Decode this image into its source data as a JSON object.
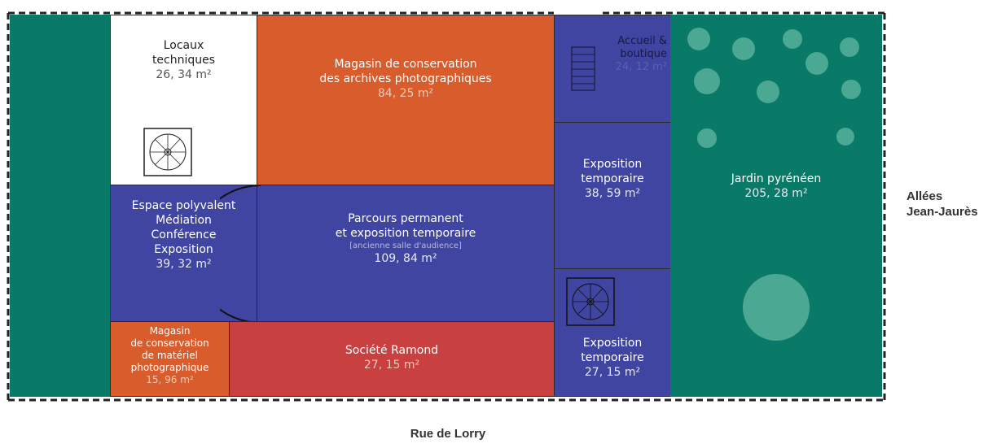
{
  "colors": {
    "green": "#0a7a68",
    "orange": "#d85c2c",
    "blue": "#3f45a0",
    "red": "#c94040",
    "white": "#ffffff",
    "tree": "#4aa893",
    "outline": "#2a2a2a"
  },
  "rooms": {
    "locaux": {
      "name": "Locaux techniques",
      "line1": "Locaux",
      "line2": "techniques",
      "area": "26, 34 m²"
    },
    "magasin_archives": {
      "line1": "Magasin de conservation",
      "line2": "des archives photographiques",
      "area": "84, 25 m²"
    },
    "accueil": {
      "line1": "Accueil &",
      "line2": "boutique",
      "area": "24, 12 m²"
    },
    "expo_temp_1": {
      "line1": "Exposition",
      "line2": "temporaire",
      "area": "38, 59 m²"
    },
    "jardin": {
      "line1": "Jardin pyrénéen",
      "area": "205, 28 m²"
    },
    "espace": {
      "line1": "Espace polyvalent",
      "line2": "Médiation",
      "line3": "Conférence",
      "line4": "Exposition",
      "area": "39, 32 m²"
    },
    "parcours": {
      "line1": "Parcours permanent",
      "line2": "et exposition temporaire",
      "note": "[ancienne salle d'audience]",
      "area": "109, 84 m²"
    },
    "magasin_materiel": {
      "line1": "Magasin",
      "line2": "de conservation",
      "line3": "de matériel",
      "line4": "photographique",
      "area": "15, 96 m²"
    },
    "ramond": {
      "line1": "Société Ramond",
      "area": "27, 15 m²"
    },
    "expo_temp_2": {
      "line1": "Exposition",
      "line2": "temporaire",
      "area": "27, 15 m²"
    }
  },
  "streets": {
    "east_line1": "Allées",
    "east_line2": "Jean-Jaurès",
    "south": "Rue de Lorry"
  },
  "icons": {
    "stair_spiral_1": "spiral-staircase-icon",
    "stair_straight": "straight-staircase-icon",
    "stair_spiral_2": "spiral-staircase-icon",
    "trees": "tree-icon"
  }
}
